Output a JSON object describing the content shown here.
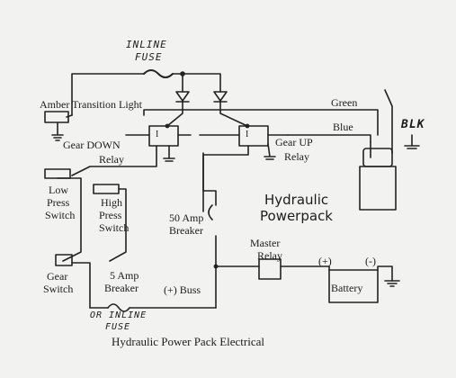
{
  "title": "Hydraulic Power Pack Electrical",
  "labels": {
    "inline_fuse_top_1": "INLINE",
    "inline_fuse_top_2": "FUSE",
    "amber_light": "Amber Transition Light",
    "green": "Green",
    "blue": "Blue",
    "blk": "BLK",
    "gear_down_1": "Gear DOWN",
    "gear_down_2": "Relay",
    "gear_up_1": "Gear UP",
    "gear_up_2": "Relay",
    "low_press_1": "Low",
    "low_press_2": "Press",
    "low_press_3": "Switch",
    "high_press_1": "High",
    "high_press_2": "Press",
    "high_press_3": "Switch",
    "hydraulic_1": "Hydraulic",
    "hydraulic_2": "Powerpack",
    "breaker_50_1": "50 Amp",
    "breaker_50_2": "Breaker",
    "master_relay_1": "Master",
    "master_relay_2": "Relay",
    "plus": "(+)",
    "minus": "(-)",
    "battery": "Battery",
    "gear_switch_1": "Gear",
    "gear_switch_2": "Switch",
    "breaker_5_1": "5 Amp",
    "breaker_5_2": "Breaker",
    "buss": "(+) Buss",
    "or_inline_1": "OR INLINE",
    "or_inline_2": "FUSE",
    "relay_mark": "I"
  }
}
